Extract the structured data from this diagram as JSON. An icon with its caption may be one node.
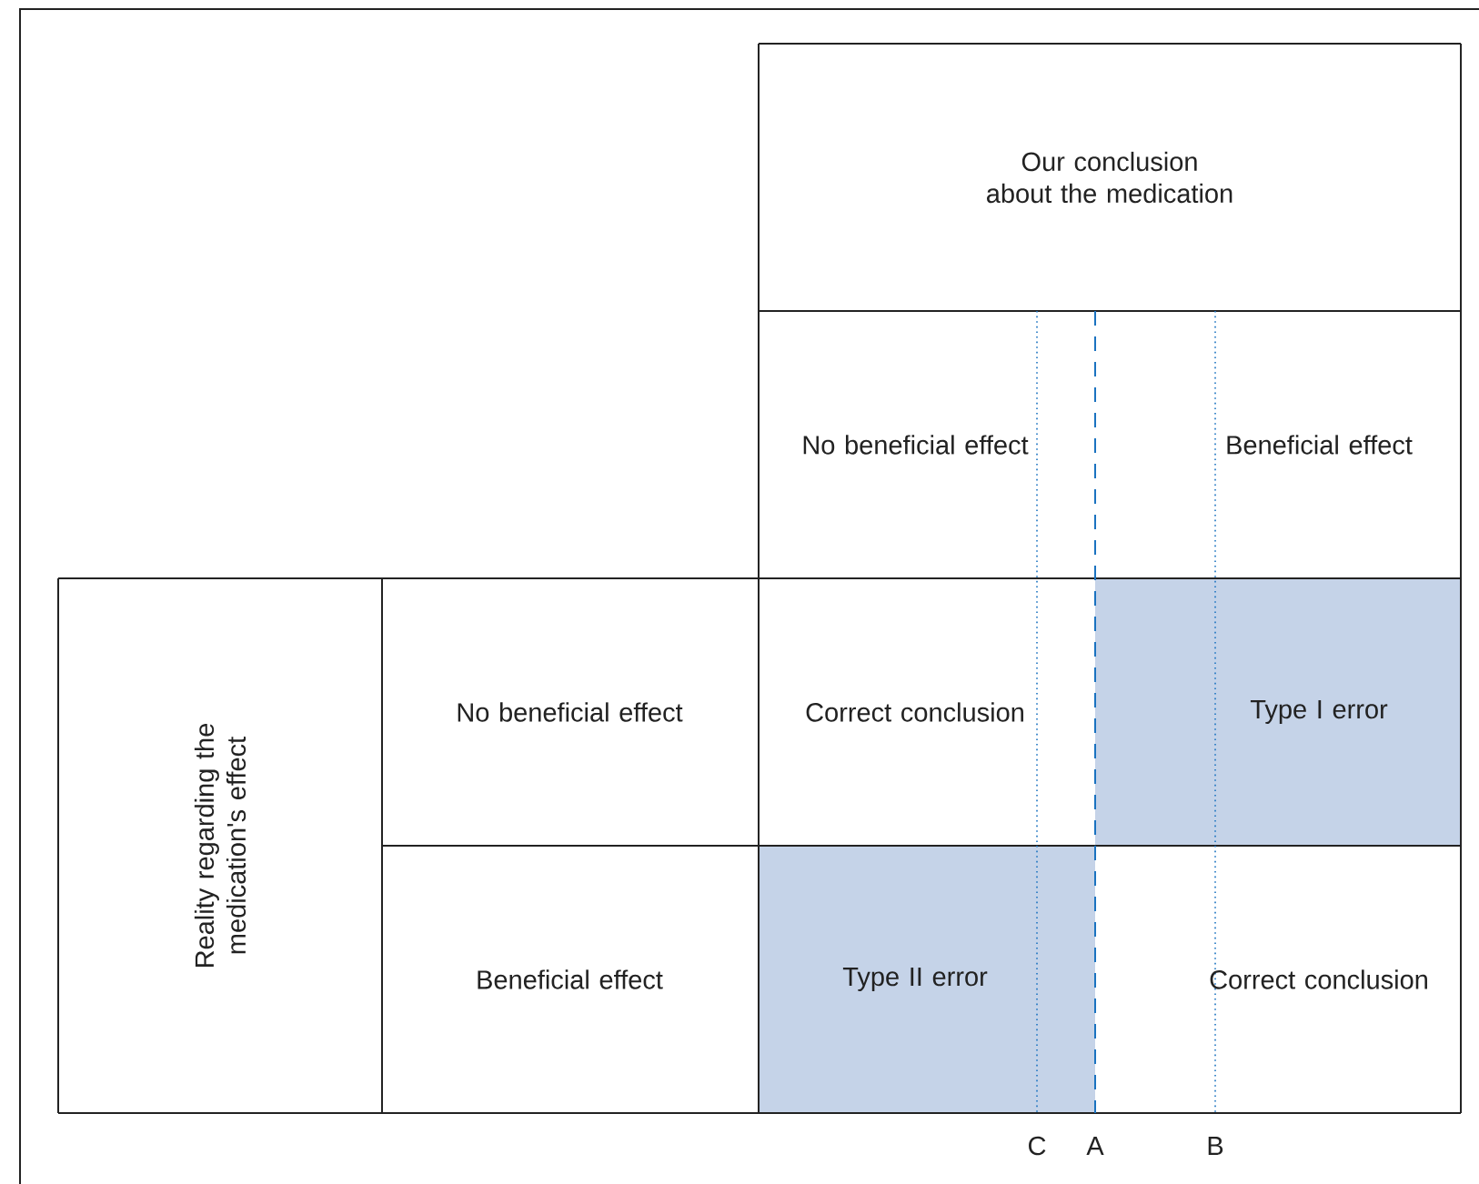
{
  "diagram": {
    "nodes": [
      {
        "text": [
          "Our conclusion about the medication"
        ]
      },
      {
        "text": [
          "No beneficial effect"
        ]
      },
      {
        "text": [
          "Beneficial effect"
        ]
      },
      {
        "text": [
          "Reality regarding the medication's effect"
        ]
      },
      {
        "text": [
          "No beneficial effect"
        ]
      },
      {
        "text": [
          "Beneficial effect"
        ]
      },
      {
        "text": [
          "Correct conclusion"
        ]
      },
      {
        "text": [
          "Type I error"
        ]
      },
      {
        "text": [
          "Type II error"
        ]
      },
      {
        "text": [
          "Correct conclusion"
        ]
      }
    ],
    "edges": [],
    "labels": [
      "C",
      "A",
      "B"
    ]
  }
}
